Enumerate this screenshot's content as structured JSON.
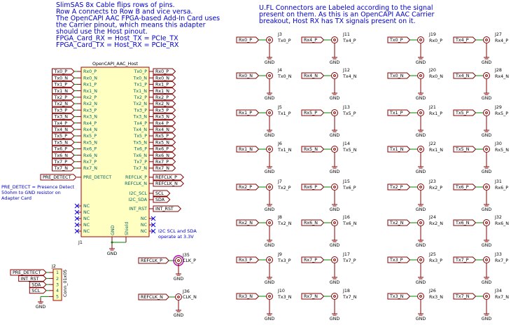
{
  "notes": {
    "left": [
      "SlimSAS 8x Cable flips rows of pins.",
      "Row A connects to Row B and vice versa.",
      "The OpenCAPI AAC FPGA-based Add-In Card uses",
      "the Carrier pinout, which means this adapter",
      "should use the Host pinout.",
      "FPGA_Card_RX = Host_TX = PCIe_TX",
      "FPGA_Card_TX = Host_RX = PCIe_RX"
    ],
    "right": [
      "U.FL Connectors are Labeled according to the signal",
      "present on them. As this is an OpenCAPI AAC Carrier",
      "breakout, Host RX has TX signals present on it."
    ],
    "pre_detect": [
      "PRE_DETECT = Presence Detect",
      "50ohm to GND resistor on",
      "Adapter Card"
    ],
    "i2c": [
      "I2C SCL and SDA",
      "operate at 3.3V"
    ]
  },
  "j1": {
    "title": "OpenCAPI_AAC_Host",
    "ref": "J1",
    "left_pins": [
      "Rx0_P",
      "Rx0_N",
      "Rx1_P",
      "Rx1_N",
      "Rx2_P",
      "Rx2_N",
      "Rx3_P",
      "Rx3_N",
      "Rx4_P",
      "Rx4_N",
      "Rx5_P",
      "Rx5_N",
      "Rx6_P",
      "Rx6_N",
      "Rx7_P",
      "Rx7_N"
    ],
    "right_pins": [
      "Tx0_P",
      "Tx0_N",
      "Tx1_P",
      "Tx1_N",
      "Tx2_P",
      "Tx2_N",
      "Tx3_P",
      "Tx3_N",
      "Tx4_P",
      "Tx4_N",
      "Tx5_P",
      "Tx5_N",
      "Tx6_P",
      "Tx6_N",
      "Tx7_P",
      "Tx7_N"
    ],
    "left_labels": [
      "Tx0_P",
      "Tx0_N",
      "Tx1_P",
      "Tx1_N",
      "Tx2_P",
      "Tx2_N",
      "Tx3_P",
      "Tx3_N",
      "Tx4_P",
      "Tx4_N",
      "Tx5_P",
      "Tx5_N",
      "Tx6_P",
      "Tx6_N",
      "Tx7_P",
      "Tx7_N"
    ],
    "right_labels": [
      "Rx0_P",
      "Rx0_N",
      "Rx1_P",
      "Rx1_N",
      "Rx2_P",
      "Rx2_N",
      "Rx3_P",
      "Rx3_N",
      "Rx4_P",
      "Rx4_N",
      "Rx5_P",
      "Rx5_N",
      "Rx6_P",
      "Rx6_N",
      "Rx7_P",
      "Rx7_N"
    ],
    "pre_detect": "PRE_DETECT",
    "refclk_p": "REFCLK_P",
    "refclk_n": "REFCLK_N",
    "scl": "I2C_SCL",
    "sda": "I2C_SDA",
    "int_rst": "INT_RST",
    "nc": "NC",
    "gnd": "GND",
    "shield": "Shield",
    "ext_labels": {
      "scl": "SCL",
      "sda": "SDA",
      "int_rst": "INT_RST",
      "pre_detect": "PRE_DETECT",
      "refclk_p": "REFCLK_P",
      "refclk_n": "REFCLK_N"
    }
  },
  "j2": {
    "ref": "J2",
    "value": "Conn_01x05",
    "labels": [
      "PRE_DETECT",
      "INT_RST",
      "SDA",
      "SCL"
    ],
    "pins": [
      "1",
      "2",
      "3",
      "4",
      "5"
    ]
  },
  "clk": [
    {
      "ref": "J35",
      "net": "CLK_P",
      "label": "REFCLK_P"
    },
    {
      "ref": "J36",
      "net": "CLK_N",
      "label": "REFCLK_N"
    }
  ],
  "gnd": "GND",
  "ufl_columns": [
    {
      "items": [
        {
          "label": "Rx0_P",
          "ref": "J3",
          "net": "Tx0_P"
        },
        {
          "label": "Rx0_N",
          "ref": "J4",
          "net": "Tx0_N"
        },
        {
          "label": "Rx1_P",
          "ref": "J5",
          "net": "Tx1_P"
        },
        {
          "label": "Rx1_N",
          "ref": "J6",
          "net": "Tx1_N"
        },
        {
          "label": "Rx2_P",
          "ref": "J7",
          "net": "Tx2_P"
        },
        {
          "label": "Rx2_N",
          "ref": "J8",
          "net": "Tx2_N"
        },
        {
          "label": "Rx3_P",
          "ref": "J9",
          "net": "Tx3_P"
        },
        {
          "label": "Rx3_N",
          "ref": "J10",
          "net": "Tx3_N"
        }
      ]
    },
    {
      "items": [
        {
          "label": "Rx4_P",
          "ref": "J11",
          "net": "Tx4_P"
        },
        {
          "label": "Rx4_N",
          "ref": "J12",
          "net": "Tx4_N"
        },
        {
          "label": "Rx5_P",
          "ref": "J13",
          "net": "Tx5_P"
        },
        {
          "label": "Rx5_N",
          "ref": "J14",
          "net": "Tx5_N"
        },
        {
          "label": "Rx6_P",
          "ref": "J15",
          "net": "Tx6_P"
        },
        {
          "label": "Rx6_N",
          "ref": "J16",
          "net": "Tx6_N"
        },
        {
          "label": "Rx7_P",
          "ref": "J17",
          "net": "Tx7_P"
        },
        {
          "label": "Rx7_N",
          "ref": "J18",
          "net": "Tx7_N"
        }
      ]
    },
    {
      "items": [
        {
          "label": "Tx0_P",
          "ref": "J19",
          "net": "Rx0_P"
        },
        {
          "label": "Tx0_N",
          "ref": "J20",
          "net": "Rx0_N"
        },
        {
          "label": "Tx1_P",
          "ref": "J21",
          "net": "Rx1_P"
        },
        {
          "label": "Tx1_N",
          "ref": "J22",
          "net": "Rx1_N"
        },
        {
          "label": "Tx2_P",
          "ref": "J23",
          "net": "Rx2_P"
        },
        {
          "label": "Tx2_N",
          "ref": "J24",
          "net": "Rx2_N"
        },
        {
          "label": "Tx3_P",
          "ref": "J25",
          "net": "Rx3_P"
        },
        {
          "label": "Tx3_N",
          "ref": "J26",
          "net": "Rx3_N"
        }
      ]
    },
    {
      "items": [
        {
          "label": "Tx4_P",
          "ref": "J27",
          "net": "Rx4_P"
        },
        {
          "label": "Tx4_N",
          "ref": "J28",
          "net": "Rx4_N"
        },
        {
          "label": "Tx5_P",
          "ref": "J29",
          "net": "Rx5_P"
        },
        {
          "label": "Tx5_N",
          "ref": "J30",
          "net": "Rx5_N"
        },
        {
          "label": "Tx6_P",
          "ref": "J31",
          "net": "Rx6_P"
        },
        {
          "label": "Tx6_N",
          "ref": "J32",
          "net": "Rx6_N"
        },
        {
          "label": "Tx7_P",
          "ref": "J33",
          "net": "Rx7_P"
        },
        {
          "label": "Tx7_N",
          "ref": "J34",
          "net": "Rx7_N"
        }
      ]
    }
  ]
}
